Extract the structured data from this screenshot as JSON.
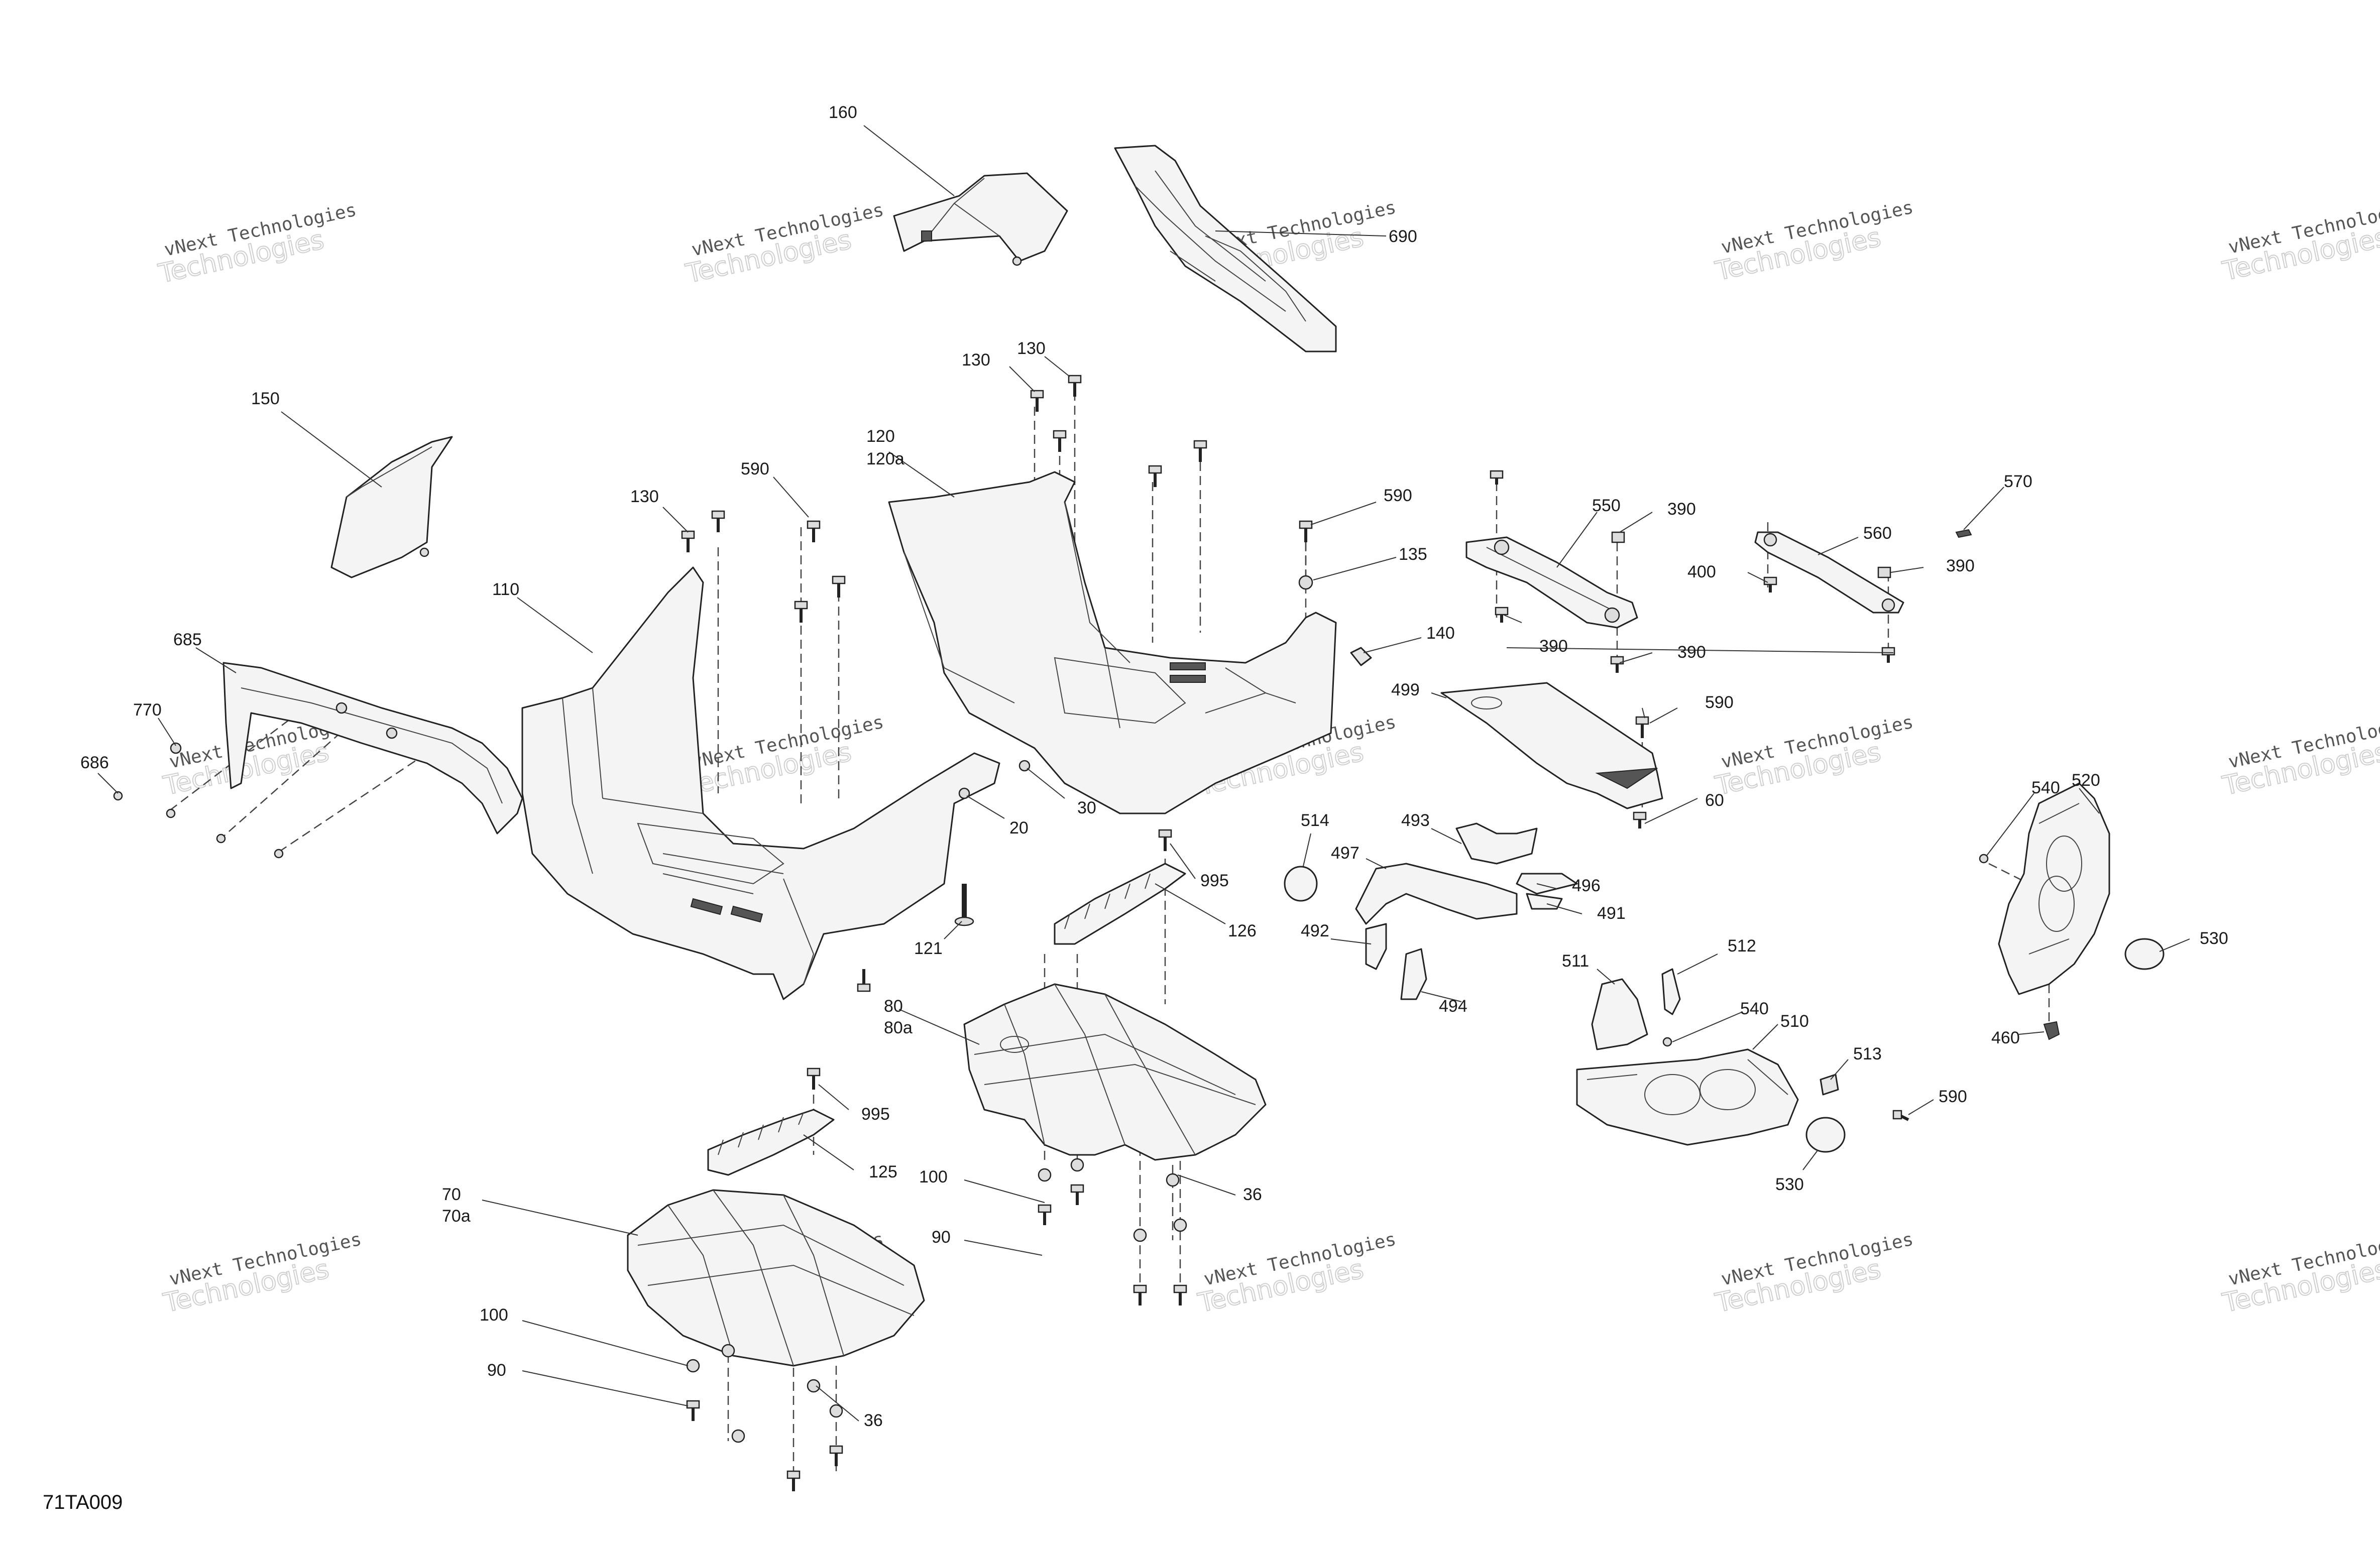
{
  "reference_code": "71TA009",
  "watermark": {
    "line1": "vNext Technologies",
    "line2": "Technologies"
  },
  "labels": [
    {
      "id": "160",
      "text": "160"
    },
    {
      "id": "690",
      "text": "690"
    },
    {
      "id": "150",
      "text": "150"
    },
    {
      "id": "130a",
      "text": "130"
    },
    {
      "id": "130b",
      "text": "130"
    },
    {
      "id": "130c",
      "text": "130"
    },
    {
      "id": "120",
      "text": "120"
    },
    {
      "id": "120a",
      "text": "120a"
    },
    {
      "id": "590a",
      "text": "590"
    },
    {
      "id": "590b",
      "text": "590"
    },
    {
      "id": "590c",
      "text": "590"
    },
    {
      "id": "590d",
      "text": "590"
    },
    {
      "id": "110",
      "text": "110"
    },
    {
      "id": "135",
      "text": "135"
    },
    {
      "id": "140",
      "text": "140"
    },
    {
      "id": "550",
      "text": "550"
    },
    {
      "id": "390a",
      "text": "390"
    },
    {
      "id": "390b",
      "text": "390"
    },
    {
      "id": "390c",
      "text": "390"
    },
    {
      "id": "390d",
      "text": "390"
    },
    {
      "id": "570",
      "text": "570"
    },
    {
      "id": "560",
      "text": "560"
    },
    {
      "id": "400",
      "text": "400"
    },
    {
      "id": "685",
      "text": "685"
    },
    {
      "id": "770",
      "text": "770"
    },
    {
      "id": "686",
      "text": "686"
    },
    {
      "id": "499",
      "text": "499"
    },
    {
      "id": "20",
      "text": "20"
    },
    {
      "id": "30",
      "text": "30"
    },
    {
      "id": "60",
      "text": "60"
    },
    {
      "id": "514",
      "text": "514"
    },
    {
      "id": "493",
      "text": "493"
    },
    {
      "id": "497",
      "text": "497"
    },
    {
      "id": "496",
      "text": "496"
    },
    {
      "id": "491",
      "text": "491"
    },
    {
      "id": "492",
      "text": "492"
    },
    {
      "id": "494",
      "text": "494"
    },
    {
      "id": "540a",
      "text": "540"
    },
    {
      "id": "540b",
      "text": "540"
    },
    {
      "id": "520",
      "text": "520"
    },
    {
      "id": "530a",
      "text": "530"
    },
    {
      "id": "530b",
      "text": "530"
    },
    {
      "id": "460",
      "text": "460"
    },
    {
      "id": "995a",
      "text": "995"
    },
    {
      "id": "995b",
      "text": "995"
    },
    {
      "id": "126",
      "text": "126"
    },
    {
      "id": "121",
      "text": "121"
    },
    {
      "id": "80",
      "text": "80"
    },
    {
      "id": "80a",
      "text": "80a"
    },
    {
      "id": "511",
      "text": "511"
    },
    {
      "id": "512",
      "text": "512"
    },
    {
      "id": "510",
      "text": "510"
    },
    {
      "id": "513",
      "text": "513"
    },
    {
      "id": "125",
      "text": "125"
    },
    {
      "id": "70",
      "text": "70"
    },
    {
      "id": "70a",
      "text": "70a"
    },
    {
      "id": "100a",
      "text": "100"
    },
    {
      "id": "100b",
      "text": "100"
    },
    {
      "id": "90a",
      "text": "90"
    },
    {
      "id": "90b",
      "text": "90"
    },
    {
      "id": "36a",
      "text": "36"
    },
    {
      "id": "36b",
      "text": "36"
    }
  ]
}
